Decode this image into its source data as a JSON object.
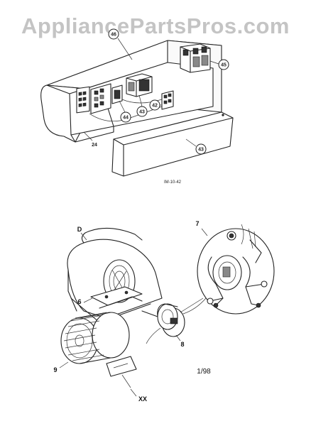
{
  "watermark": {
    "text": "AppliancePartsPros.com"
  },
  "upper_assembly": {
    "callouts": {
      "top_left": "46",
      "top_right": "45",
      "mid_a": "44",
      "mid_b": "43",
      "mid_c": "42",
      "panel": "43"
    },
    "label_left": "24",
    "drawing_code": "IM-10-42"
  },
  "lower_assembly": {
    "label_housing": "D",
    "label_inset": "7",
    "label_bracket": "6",
    "label_motor": "8",
    "label_wheel": "9",
    "label_screws": "XX",
    "page_date": "1/98"
  }
}
